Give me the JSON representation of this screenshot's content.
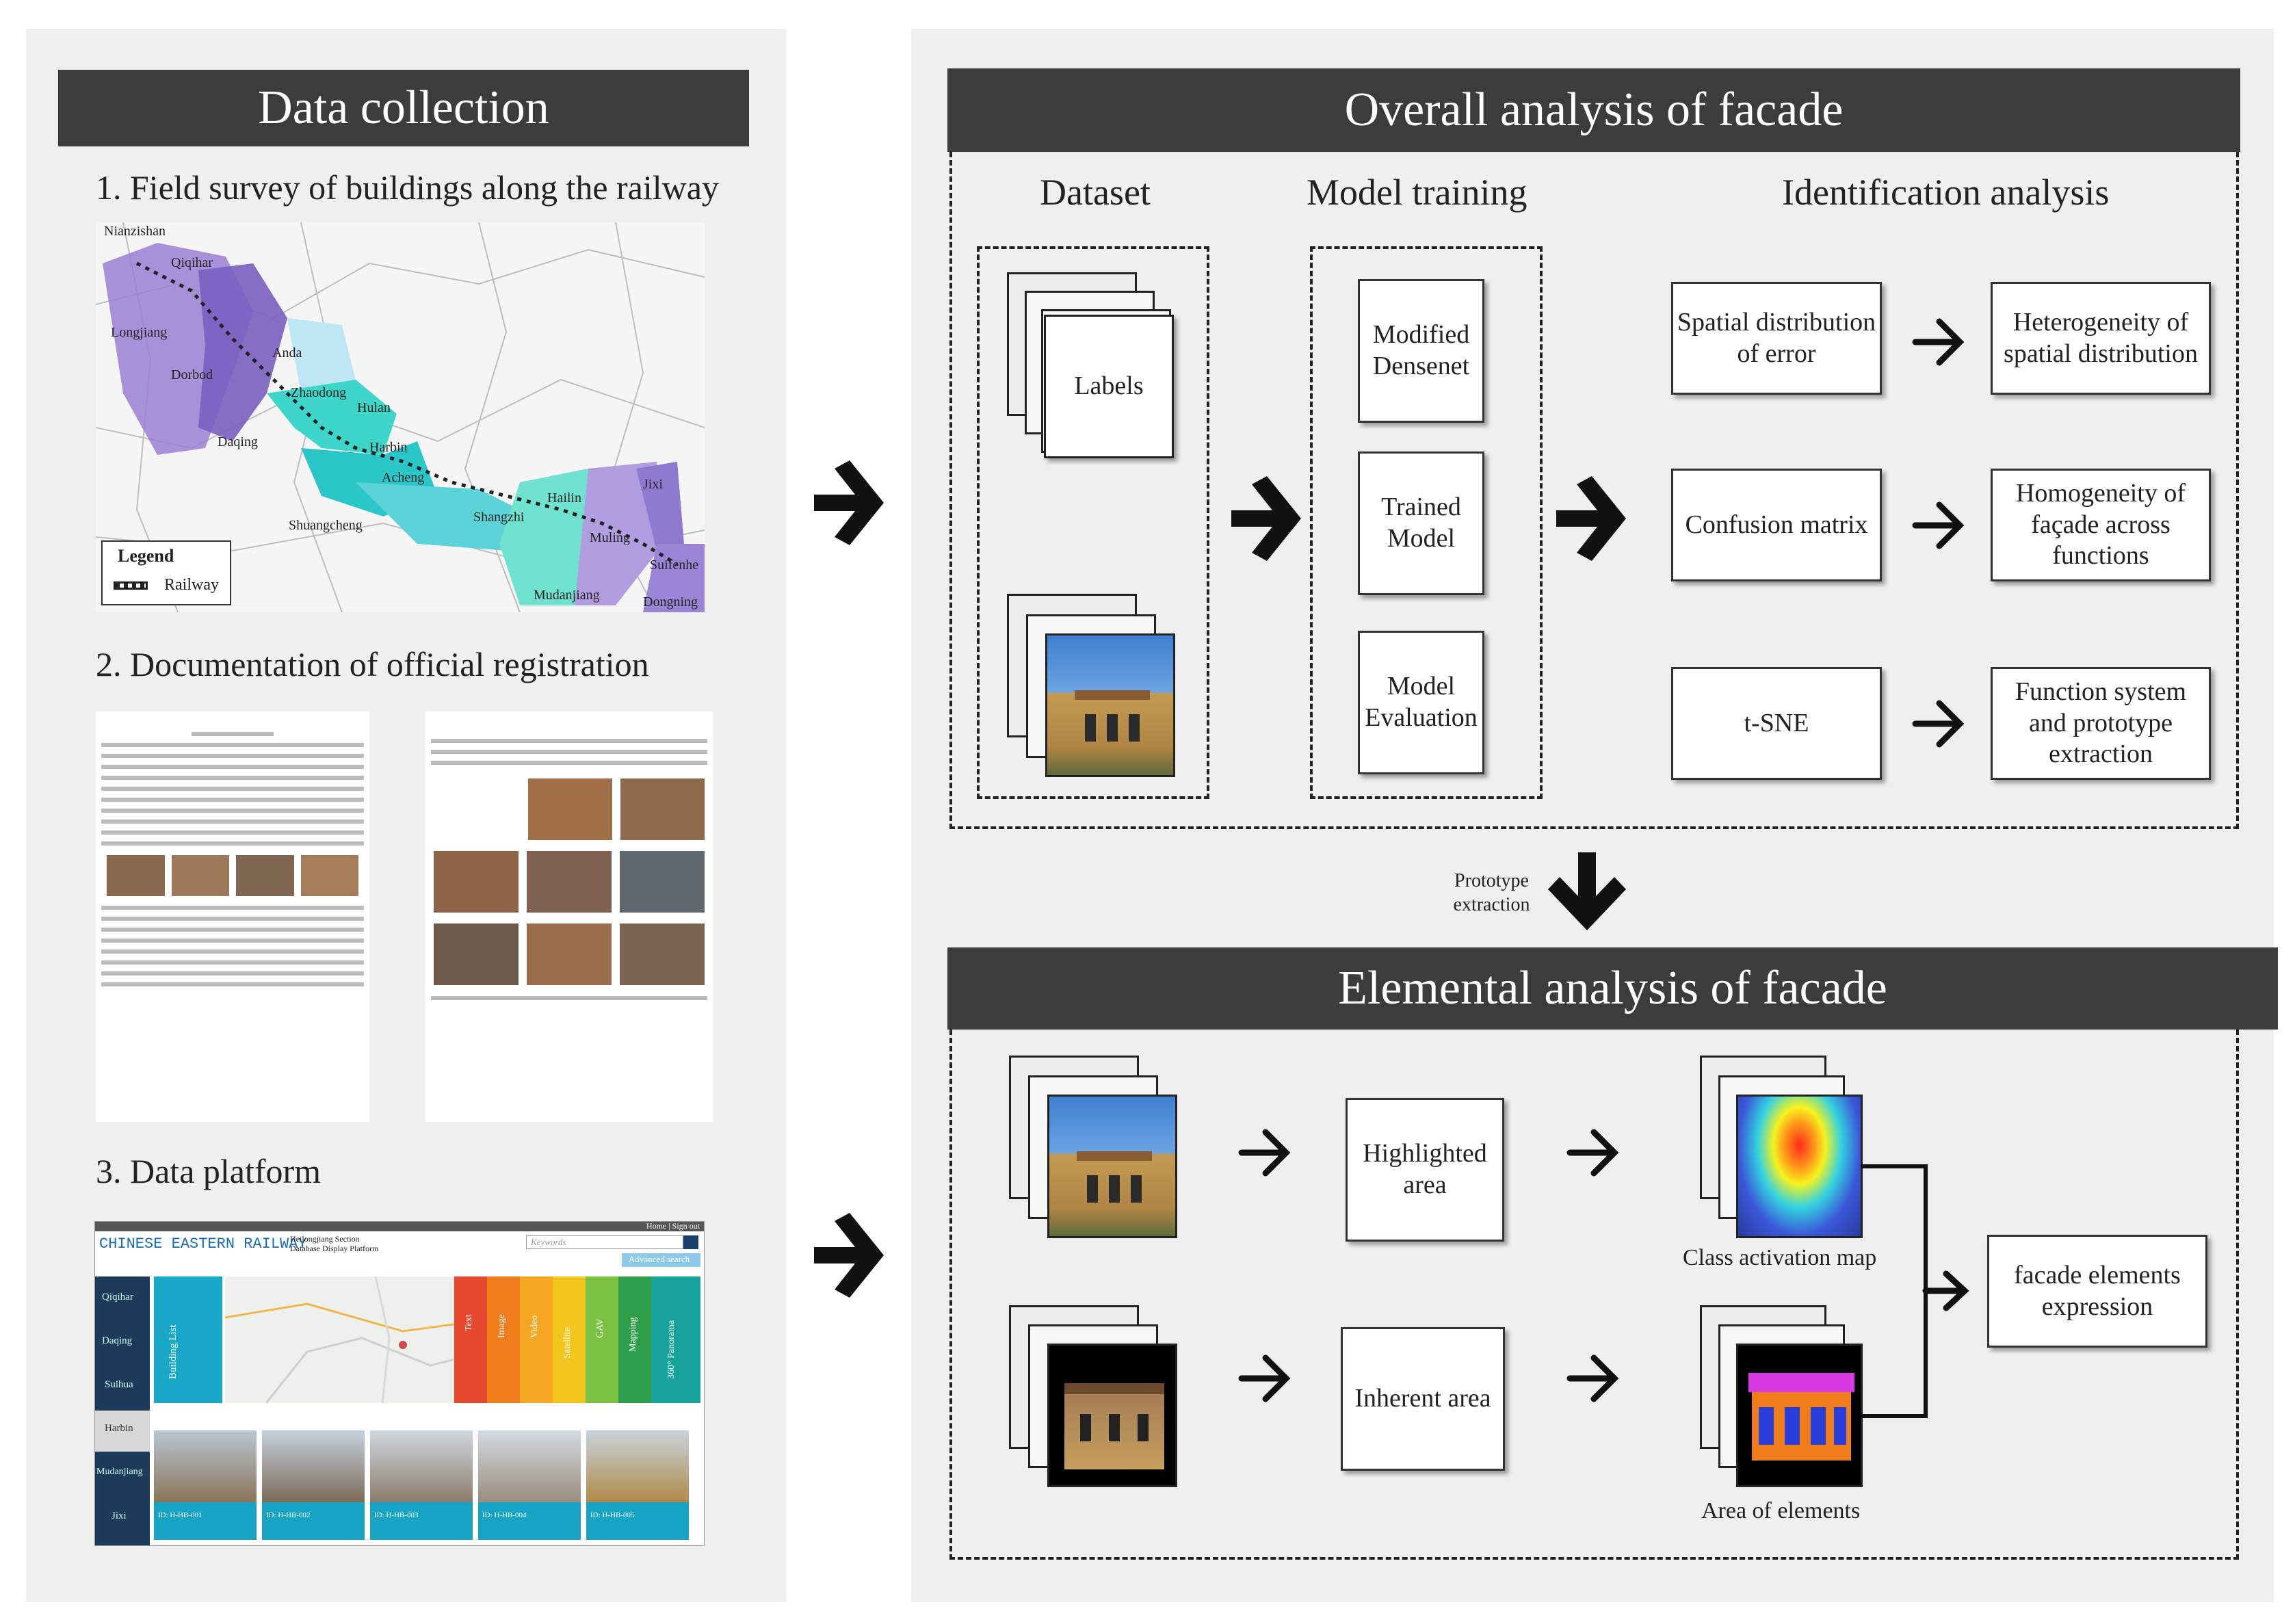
{
  "left": {
    "title": "Data collection",
    "step1": "1. Field survey of buildings along the railway",
    "step2": "2. Documentation of official registration",
    "step3": "3. Data platform",
    "map": {
      "places": [
        "Nianzishan",
        "Qiqihar",
        "Longjiang",
        "Anda",
        "Dorbod",
        "Zhaodong",
        "Hulan",
        "Daqing",
        "Harbin",
        "Acheng",
        "Shuangcheng",
        "Shangzhi",
        "Hailin",
        "Jixi",
        "Muling",
        "Suifenhe",
        "Mudanjiang",
        "Dongning"
      ],
      "legend_title": "Legend",
      "legend_item": "Railway"
    },
    "platform": {
      "brand": "CHINESE EASTERN RAILWAY",
      "subtitle_1": "Heilongjiang Section",
      "subtitle_2": "Database Display Platform",
      "top_links": "Home | Sign out",
      "search_placeholder": "Keywords",
      "advanced_search": "Advanced search",
      "cities": [
        "Qiqihar",
        "Daqing",
        "Suihua",
        "Harbin",
        "Mudanjiang",
        "Jixi"
      ],
      "building_list": "Building List",
      "color_tabs": [
        "Text",
        "Image",
        "Video",
        "Satellite",
        "GAV",
        "Mapping",
        "360° Panorama"
      ],
      "cards": [
        "ID: H-HB-001",
        "ID: H-HB-002",
        "ID: H-HB-003",
        "ID: H-HB-004",
        "ID: H-HB-005"
      ]
    }
  },
  "overall": {
    "title": "Overall analysis of facade",
    "col_dataset": "Dataset",
    "col_training": "Model training",
    "col_identification": "Identification analysis",
    "labels": "Labels",
    "training_steps": [
      [
        "Modified",
        "Densenet"
      ],
      [
        "Trained",
        "Model"
      ],
      [
        "Model",
        "Evaluation"
      ]
    ],
    "analysis": [
      {
        "left": [
          "Spatial distribution",
          "of error"
        ],
        "right": [
          "Heterogeneity of",
          "spatial distribution"
        ]
      },
      {
        "left": [
          "Confusion matrix"
        ],
        "right": [
          "Homogeneity of",
          "façade across",
          "functions"
        ]
      },
      {
        "left": [
          "t-SNE"
        ],
        "right": [
          "Function system",
          "and prototype",
          "extraction"
        ]
      }
    ]
  },
  "link": {
    "line1": "Prototype",
    "line2": "extraction"
  },
  "elemental": {
    "title": "Elemental analysis of facade",
    "highlighted": [
      "Highlighted",
      "area"
    ],
    "inherent": "Inherent area",
    "cam_caption": "Class activation map",
    "elements_caption": "Area of elements",
    "output": [
      "facade elements",
      "expression"
    ]
  }
}
